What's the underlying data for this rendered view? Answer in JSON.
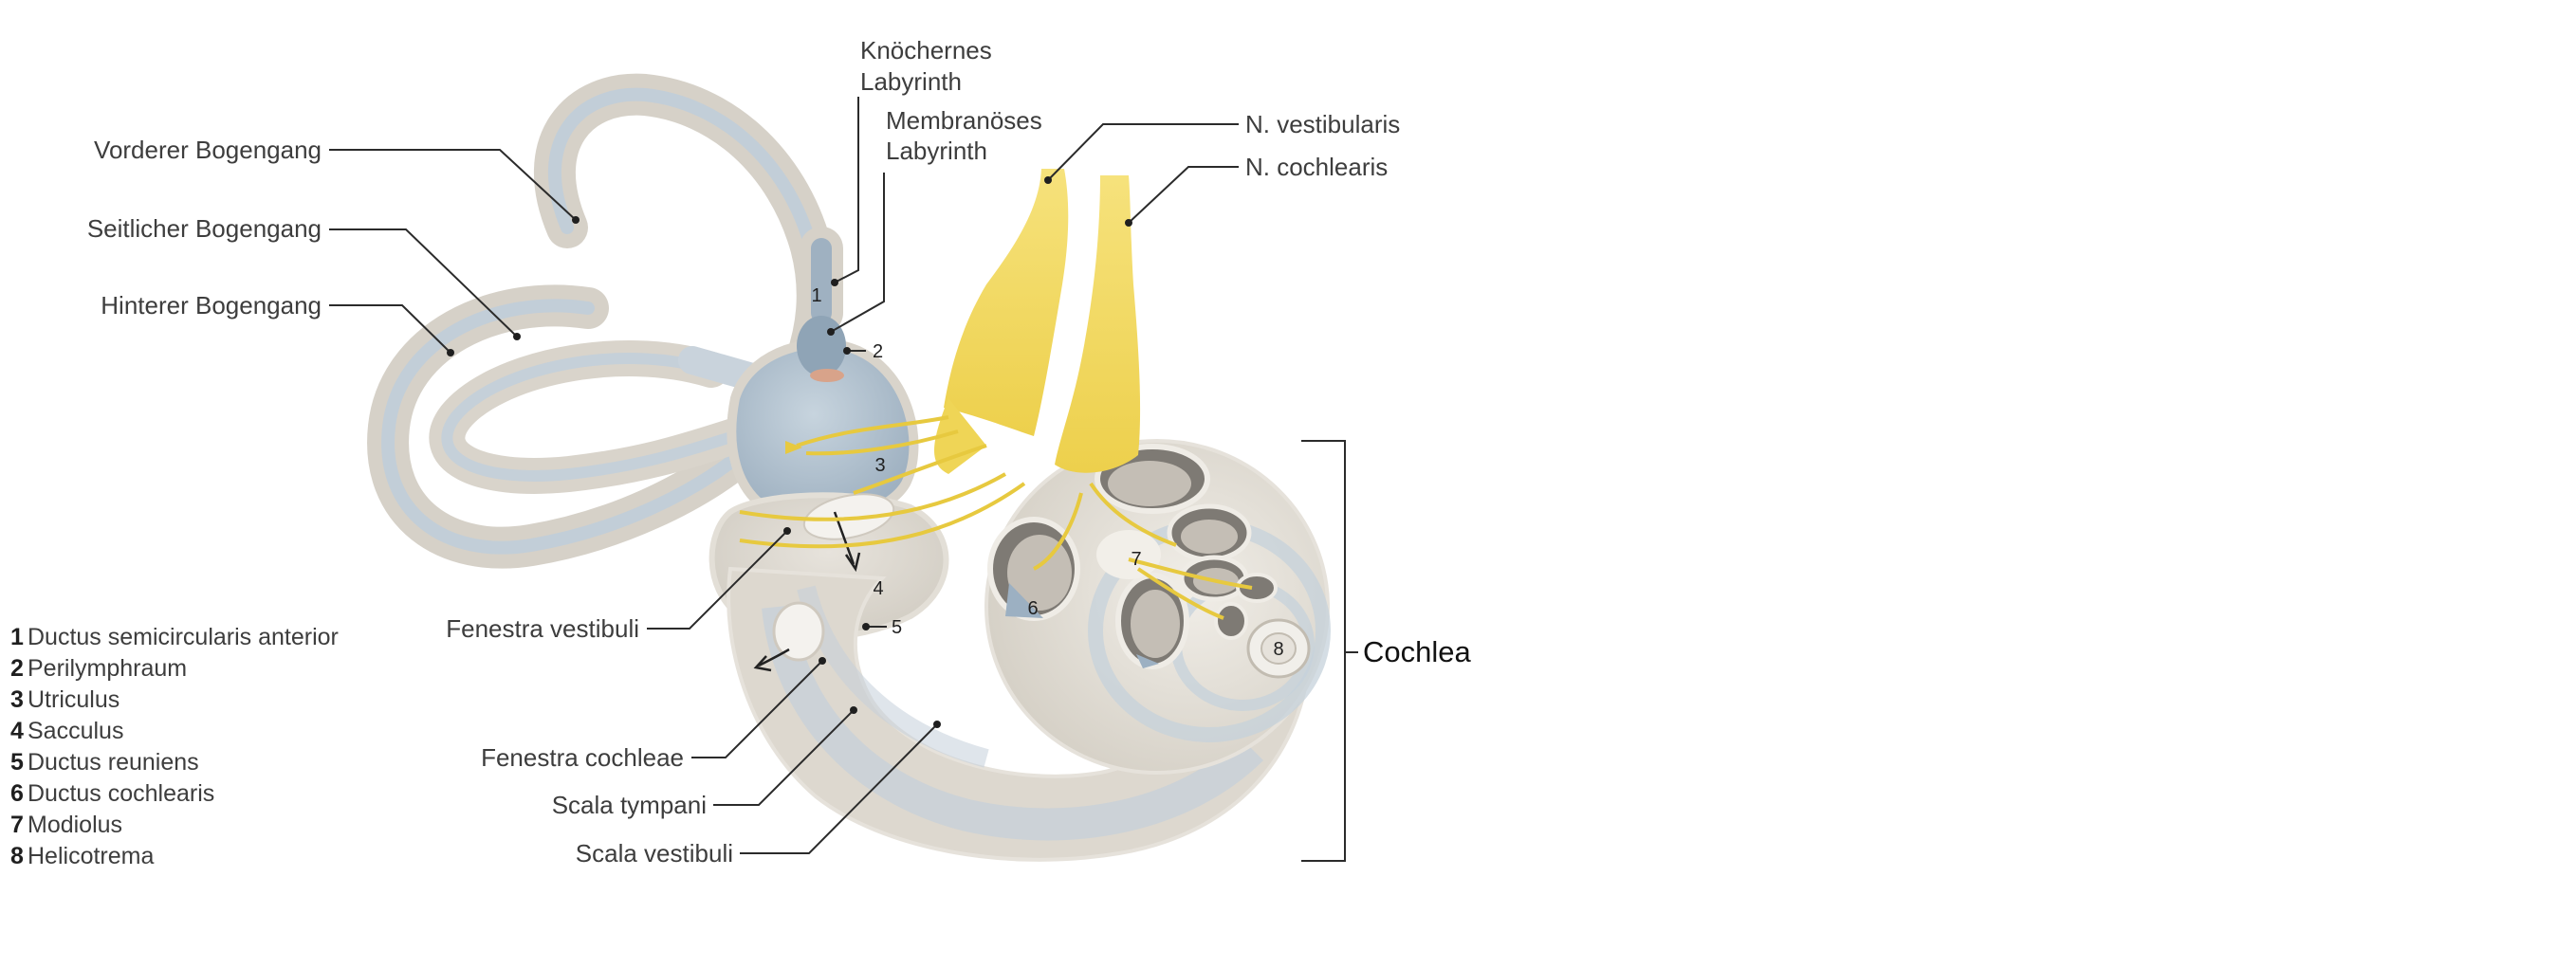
{
  "labels": {
    "knochernes_1": "Knöchernes",
    "knochernes_2": "Labyrinth",
    "membranoses_1": "Membranöses",
    "membranoses_2": "Labyrinth",
    "n_vestibularis": "N. vestibularis",
    "n_cochlearis": "N. cochlearis",
    "vorderer": "Vorderer Bogengang",
    "seitlicher": "Seitlicher Bogengang",
    "hinterer": "Hinterer Bogengang",
    "fenestra_vestibuli": "Fenestra vestibuli",
    "fenestra_cochleae": "Fenestra cochleae",
    "scala_tympani": "Scala tympani",
    "scala_vestibuli": "Scala vestibuli",
    "cochlea": "Cochlea"
  },
  "markers": {
    "m1": "1",
    "m2": "2",
    "m3": "3",
    "m4": "4",
    "m5": "5",
    "m6": "6",
    "m7": "7",
    "m8": "8"
  },
  "legend": [
    {
      "num": "1",
      "text": "Ductus semicircularis anterior"
    },
    {
      "num": "2",
      "text": "Perilymphraum"
    },
    {
      "num": "3",
      "text": "Utriculus"
    },
    {
      "num": "4",
      "text": "Sacculus"
    },
    {
      "num": "5",
      "text": "Ductus reuniens"
    },
    {
      "num": "6",
      "text": "Ductus cochlearis"
    },
    {
      "num": "7",
      "text": "Modiolus"
    },
    {
      "num": "8",
      "text": "Helicotrema"
    }
  ],
  "colors": {
    "bone": "#ddd8cf",
    "bone_light": "#ebe7e0",
    "membrane": "#a9b9c8",
    "nerve": "#f4dc62",
    "nerve_dark": "#e9c73c",
    "line": "#2b2b2b"
  }
}
